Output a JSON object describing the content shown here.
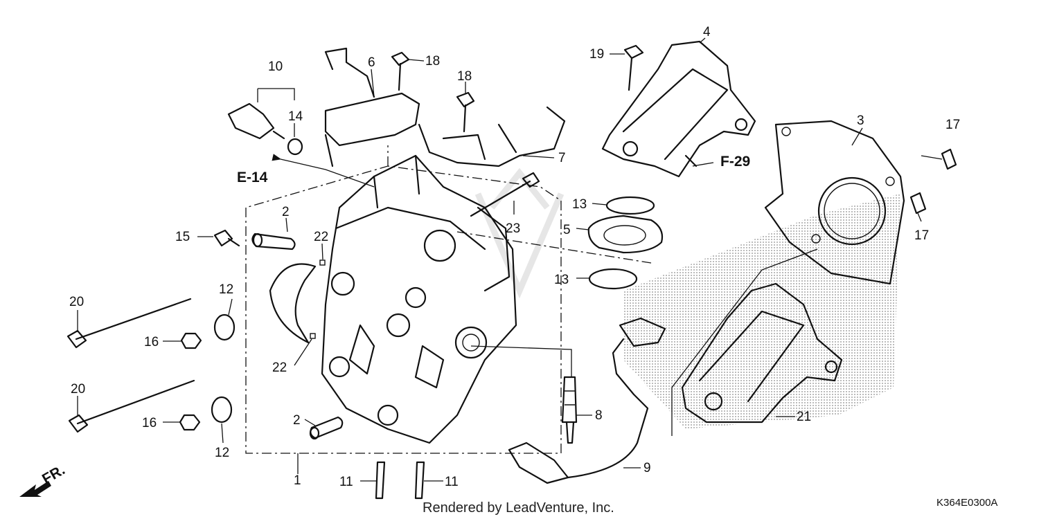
{
  "diagram": {
    "callouts": {
      "p1": "1",
      "p2a": "2",
      "p2b": "2",
      "p3": "3",
      "p4": "4",
      "p5": "5",
      "p6": "6",
      "p7": "7",
      "p8": "8",
      "p9": "9",
      "p10": "10",
      "p11a": "11",
      "p11b": "11",
      "p12a": "12",
      "p12b": "12",
      "p13a": "13",
      "p13b": "13",
      "p14": "14",
      "p15": "15",
      "p16a": "16",
      "p16b": "16",
      "p17a": "17",
      "p17b": "17",
      "p18a": "18",
      "p18b": "18",
      "p19": "19",
      "p20a": "20",
      "p20b": "20",
      "p21": "21",
      "p22a": "22",
      "p22b": "22",
      "p23": "23"
    },
    "references": {
      "e14": "E-14",
      "f29": "F-29"
    },
    "front_indicator": "FR.",
    "diagram_code": "K364E0300A",
    "credit": "Rendered by LeadVenture, Inc."
  }
}
